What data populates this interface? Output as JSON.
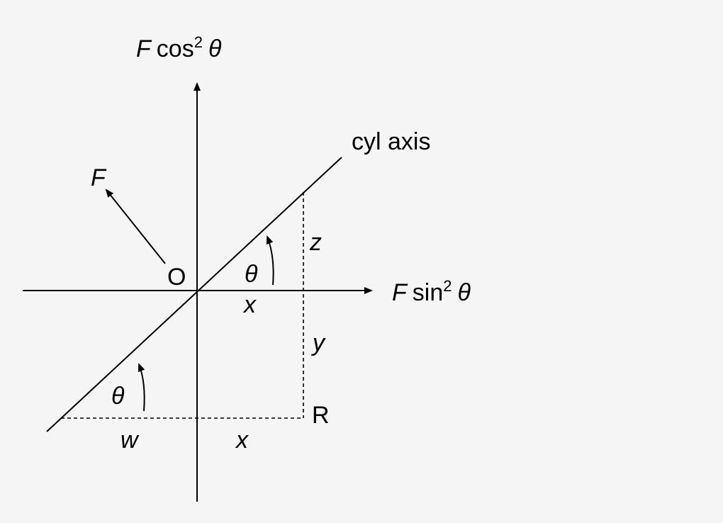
{
  "labels": {
    "vertical_axis": {
      "F": "F",
      "fn": "cos",
      "exp": "2",
      "theta": "θ"
    },
    "horizontal_axis": {
      "F": "F",
      "fn": "sin",
      "exp": "2",
      "theta": "θ"
    },
    "cyl_axis": "cyl axis",
    "force": "F",
    "origin": "O",
    "point_r": "R",
    "angle_upper": "θ",
    "angle_lower": "θ",
    "seg_z": "z",
    "seg_y": "y",
    "seg_x_upper": "x",
    "seg_x_lower": "x",
    "seg_w": "w"
  },
  "colors": {
    "background": "#f5f5f5",
    "ink": "#000000"
  }
}
